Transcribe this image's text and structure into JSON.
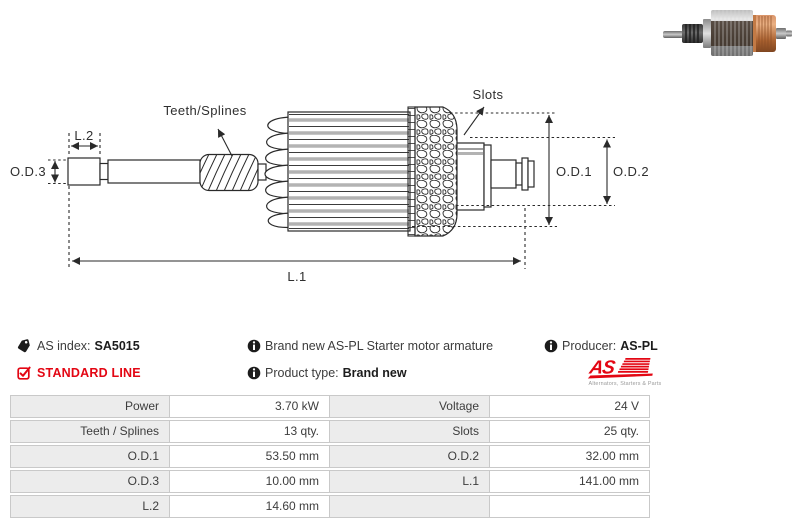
{
  "info": {
    "as_index_label": "AS index:",
    "as_index_value": "SA5015",
    "standard_line": "STANDARD LINE",
    "description": "Brand new AS-PL Starter motor armature",
    "product_type_label": "Product type:",
    "product_type_value": "Brand new",
    "producer_label": "Producer:",
    "producer_value": "AS-PL"
  },
  "logo": {
    "as_text": "AS",
    "tagline": "Alternators, Starters & Parts"
  },
  "diagram": {
    "labels": {
      "teeth_splines": "Teeth/Splines",
      "slots": "Slots",
      "od1": "O.D.1",
      "od2": "O.D.2",
      "od3": "O.D.3",
      "l1": "L.1",
      "l2": "L.2"
    }
  },
  "colors": {
    "accent_red": "#e30613",
    "diagram_line": "#2a2a2a",
    "table_label_bg": "#ececec",
    "table_border": "#c9c9c9",
    "copper": "#b4683a"
  },
  "table": {
    "rows": [
      {
        "c0": "Power",
        "c1": "3.70 kW",
        "c2": "Voltage",
        "c3": "24 V"
      },
      {
        "c0": "Teeth / Splines",
        "c1": "13 qty.",
        "c2": "Slots",
        "c3": "25 qty."
      },
      {
        "c0": "O.D.1",
        "c1": "53.50 mm",
        "c2": "O.D.2",
        "c3": "32.00 mm"
      },
      {
        "c0": "O.D.3",
        "c1": "10.00 mm",
        "c2": "L.1",
        "c3": "141.00 mm"
      },
      {
        "c0": "L.2",
        "c1": "14.60 mm",
        "c2": "",
        "c3": ""
      }
    ]
  }
}
